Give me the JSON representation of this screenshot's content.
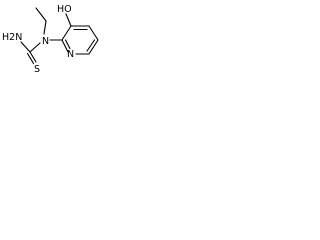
{
  "molecule": {
    "atoms": {
      "n_amine": "N",
      "n_ring": "N",
      "nh2": "H2N",
      "s": "S",
      "oh": "HO"
    }
  }
}
